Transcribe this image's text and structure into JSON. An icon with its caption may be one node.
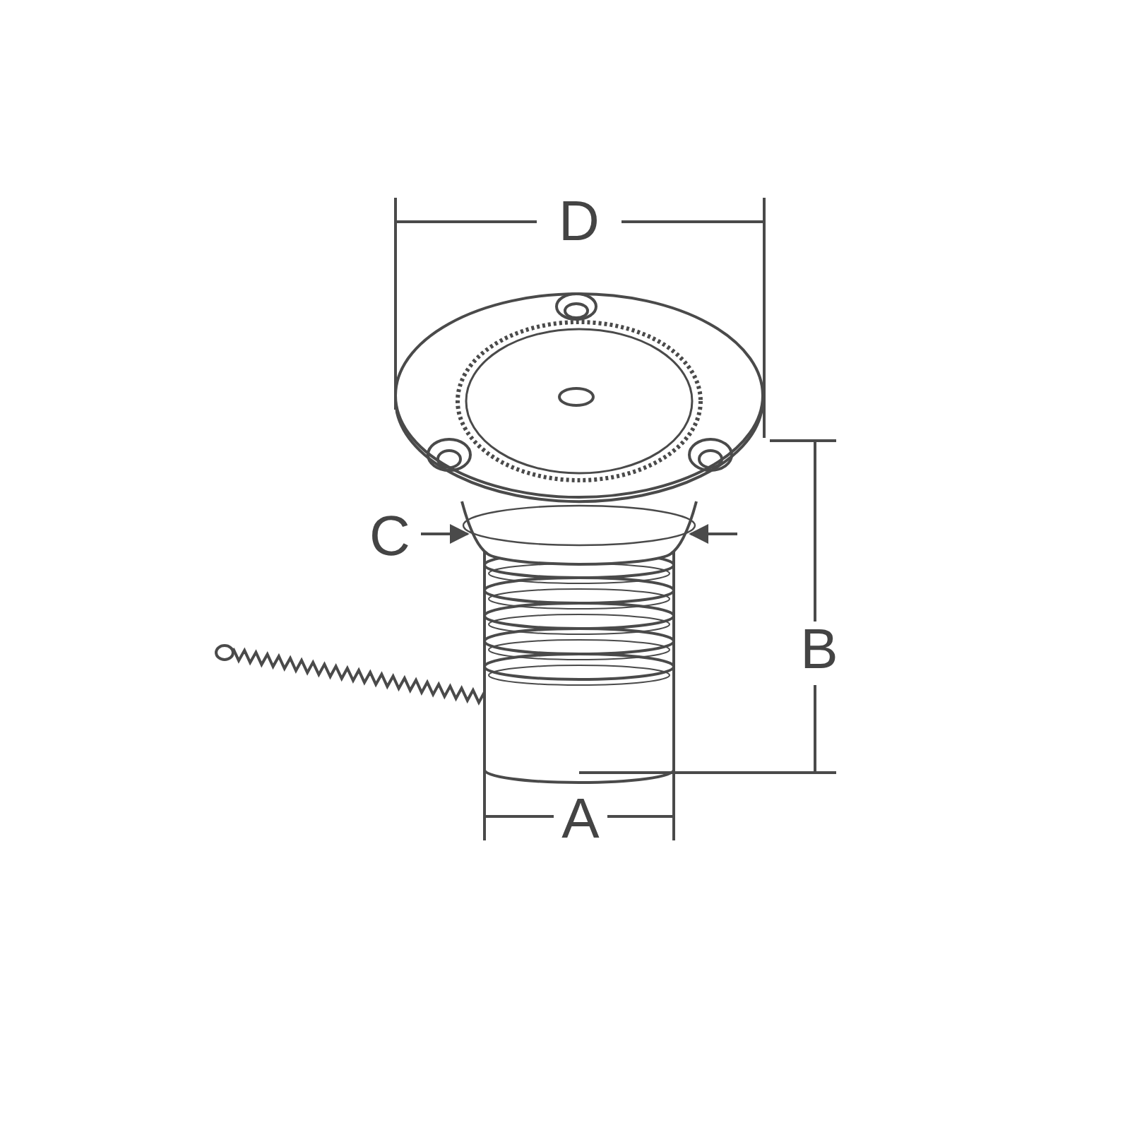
{
  "diagram": {
    "labels": [
      "D",
      "C",
      "B",
      "A"
    ]
  }
}
